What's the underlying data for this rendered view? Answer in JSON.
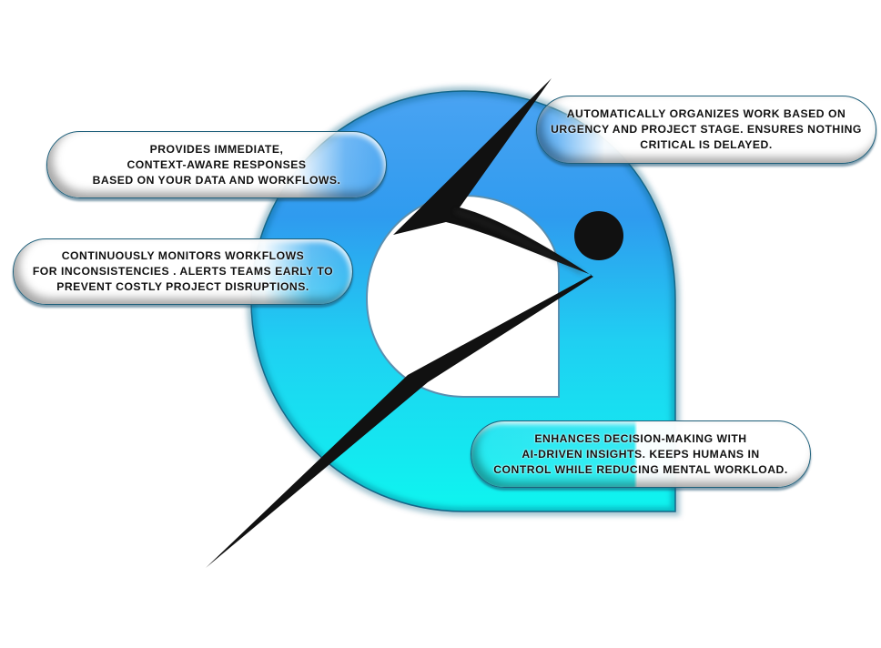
{
  "colors": {
    "logo_top": "#3a9af0",
    "logo_mid": "#22c4f0",
    "logo_bottom": "#10f2ee",
    "bolt": "#111111",
    "pill_border": "#1e5f7a",
    "text": "#111111",
    "background": "#ffffff"
  },
  "logo": {
    "icon": "lightning-a-logo-icon",
    "elements": [
      "ring",
      "lightning-bolt",
      "dot"
    ]
  },
  "callouts": [
    {
      "id": "immediate-responses",
      "lines": [
        "PROVIDES IMMEDIATE,",
        "CONTEXT-AWARE RESPONSES",
        "BASED ON YOUR DATA AND WORKFLOWS."
      ]
    },
    {
      "id": "workflow-monitoring",
      "lines": [
        "CONTINUOUSLY MONITORS WORKFLOWS",
        "FOR INCONSISTENCIES . ALERTS TEAMS EARLY TO",
        "PREVENT COSTLY PROJECT DISRUPTIONS."
      ]
    },
    {
      "id": "auto-organize",
      "lines": [
        "AUTOMATICALLY ORGANIZES WORK BASED ON",
        "URGENCY AND PROJECT STAGE. ENSURES NOTHING",
        "CRITICAL IS DELAYED."
      ]
    },
    {
      "id": "decision-making",
      "lines": [
        "ENHANCES DECISION-MAKING WITH",
        "AI-DRIVEN INSIGHTS. KEEPS HUMANS IN",
        "CONTROL WHILE REDUCING MENTAL WORKLOAD."
      ]
    }
  ]
}
